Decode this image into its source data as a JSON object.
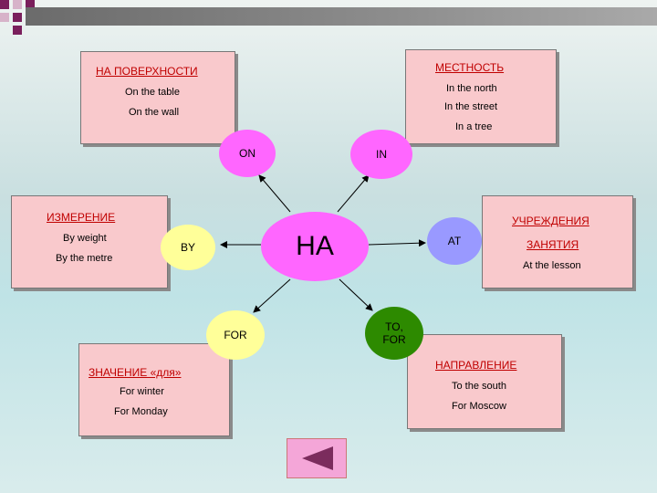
{
  "center": {
    "label": "НА"
  },
  "surface": {
    "title": "НА ПОВЕРХНОСТИ",
    "items": [
      "On the table",
      "On the wall"
    ]
  },
  "location": {
    "title": "МЕСТНОСТЬ",
    "items": [
      "In the north",
      "In the street",
      "In a tree"
    ]
  },
  "measure": {
    "title": "ИЗМЕРЕНИЕ",
    "items": [
      "By weight",
      "By the metre"
    ]
  },
  "institution": {
    "title1": "УЧРЕЖДЕНИЯ",
    "title2": "ЗАНЯТИЯ",
    "items": [
      "At the lesson"
    ]
  },
  "meaning": {
    "title": "ЗНАЧЕНИЕ «для»",
    "items": [
      "For winter",
      "For Monday"
    ]
  },
  "direction": {
    "title": "НАПРАВЛЕНИЕ",
    "items": [
      "To the south",
      "For Moscow"
    ]
  },
  "prepositions": {
    "on": "ON",
    "in": "IN",
    "by": "BY",
    "at": "AT",
    "for": "FOR",
    "to_line1": "TO,",
    "to_line2": "FOR"
  },
  "colors": {
    "box": "#f9c9cc",
    "circle_on_in": "#ff66ff",
    "circle_yellow": "#ffff99",
    "circle_center": "#ff66ff",
    "circle_at": "#9999ff",
    "circle_to": "#2d8a00",
    "accent": "#c00000"
  },
  "nav": {
    "icon": "back-triangle-icon"
  }
}
